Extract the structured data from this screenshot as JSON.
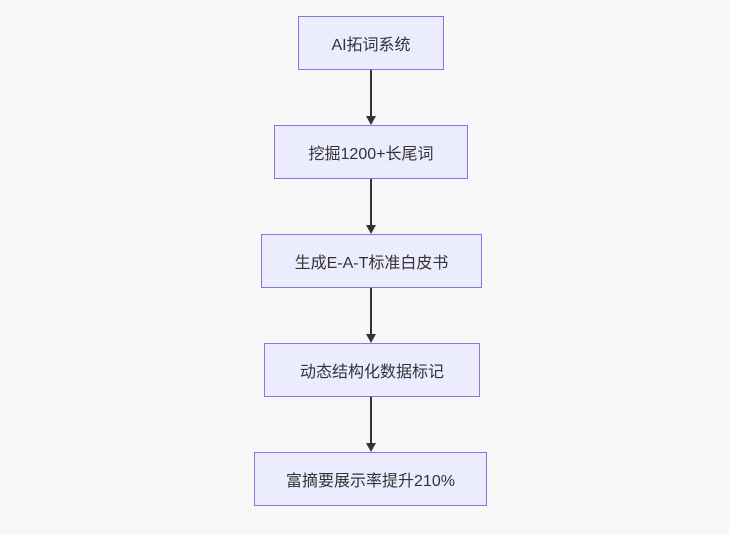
{
  "diagram": {
    "type": "flowchart",
    "direction": "top-down",
    "nodes": [
      {
        "label": "AI拓词系统"
      },
      {
        "label": "挖掘1200+长尾词"
      },
      {
        "label": "生成E-A-T标准白皮书"
      },
      {
        "label": "动态结构化数据标记"
      },
      {
        "label": "富摘要展示率提升210%"
      }
    ],
    "edges": [
      {
        "from": 0,
        "to": 1
      },
      {
        "from": 1,
        "to": 2
      },
      {
        "from": 2,
        "to": 3
      },
      {
        "from": 3,
        "to": 4
      }
    ],
    "style": {
      "background": "#f8f8f8",
      "node_fill": "#ECECFF",
      "node_border": "#9370DB",
      "edge_color": "#333333",
      "text_color": "#333333"
    }
  }
}
